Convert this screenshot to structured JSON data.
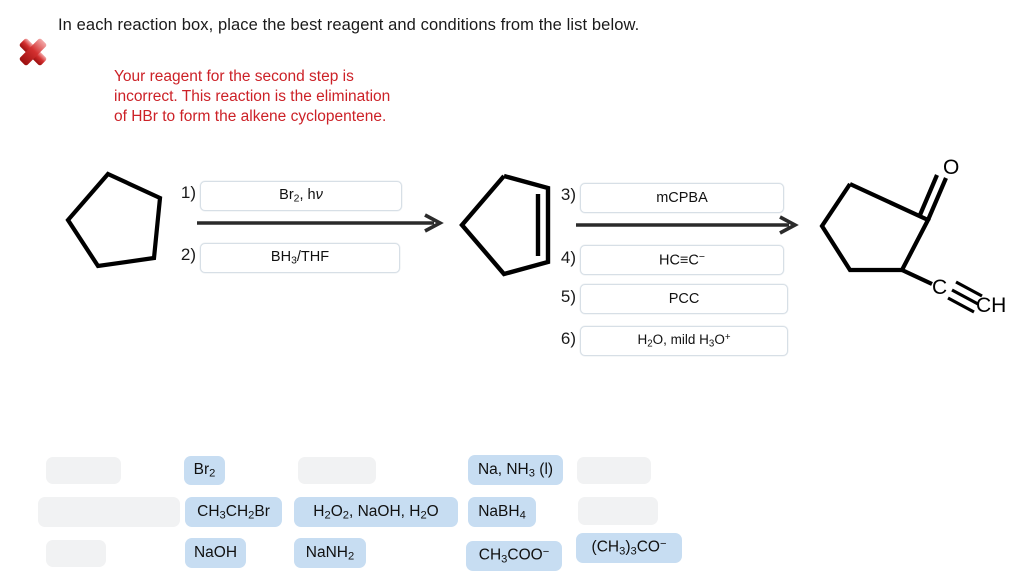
{
  "prompt": {
    "instruction": "In each reaction box, place the best reagent and conditions from the list below."
  },
  "feedback": {
    "icon": "red-x-error-icon",
    "color": "#cc2127",
    "line1": "Your reagent for the second step is",
    "line2": "incorrect. This reaction is the elimination",
    "line3": "of HBr to form the alkene cyclopentene."
  },
  "scheme": {
    "reactant_label": "cyclopentane",
    "intermediate_label": "cyclopentene",
    "product_label": "2-ethynylcyclopentanone",
    "product_atoms": {
      "oxygen": "O",
      "alkyne_c": "C",
      "alkyne_ch": "CH"
    },
    "steps": [
      {
        "number": "1)",
        "value": "Br",
        "value_sub": "2",
        "value_tail": ", hν"
      },
      {
        "number": "2)",
        "value": "BH",
        "value_sub": "3",
        "value_tail": "/THF"
      },
      {
        "number": "3)",
        "value": "mCPBA",
        "value_sub": "",
        "value_tail": ""
      },
      {
        "number": "4)",
        "value": "HC≡C",
        "value_sub": "",
        "value_tail": "−"
      },
      {
        "number": "5)",
        "value": "PCC",
        "value_sub": "",
        "value_tail": ""
      },
      {
        "number": "6)",
        "value": "H",
        "value_sub": "2",
        "value_tail": "O, mild H"
      }
    ],
    "step1_text": "Br2, hν",
    "step2_text": "BH3/THF",
    "step3_text": "mCPBA",
    "step4_text": "HC≡C−",
    "step5_text": "PCC",
    "step6_text": "H2O, mild H3O+"
  },
  "bank": {
    "tiles": [
      {
        "id": "t-r1c1",
        "label": "",
        "state": "empty"
      },
      {
        "id": "t-r1c2",
        "label": "Br2",
        "state": "filled"
      },
      {
        "id": "t-r1c3",
        "label": "",
        "state": "empty"
      },
      {
        "id": "t-r1c4",
        "label": "Na, NH3 (l)",
        "state": "filled"
      },
      {
        "id": "t-r1c5",
        "label": "",
        "state": "empty"
      },
      {
        "id": "t-r2c1",
        "label": "",
        "state": "empty"
      },
      {
        "id": "t-r2c2",
        "label": "CH3CH2Br",
        "state": "filled"
      },
      {
        "id": "t-r2c3",
        "label": "H2O2, NaOH, H2O",
        "state": "filled"
      },
      {
        "id": "t-r2c4",
        "label": "NaBH4",
        "state": "filled"
      },
      {
        "id": "t-r2c5",
        "label": "",
        "state": "empty"
      },
      {
        "id": "t-r3c1",
        "label": "",
        "state": "empty"
      },
      {
        "id": "t-r3c2",
        "label": "NaOH",
        "state": "filled"
      },
      {
        "id": "t-r3c3",
        "label": "NaNH2",
        "state": "filled"
      },
      {
        "id": "t-r3c4",
        "label": "CH3COO−",
        "state": "filled"
      },
      {
        "id": "t-r3c5",
        "label": "(CH3)3CO−",
        "state": "filled"
      }
    ]
  },
  "colors": {
    "tile_filled": "#c7ddf2",
    "tile_empty": "#f1f2f3",
    "error_red": "#cc2127",
    "box_border": "#d7dfe6",
    "ink": "#111111"
  }
}
